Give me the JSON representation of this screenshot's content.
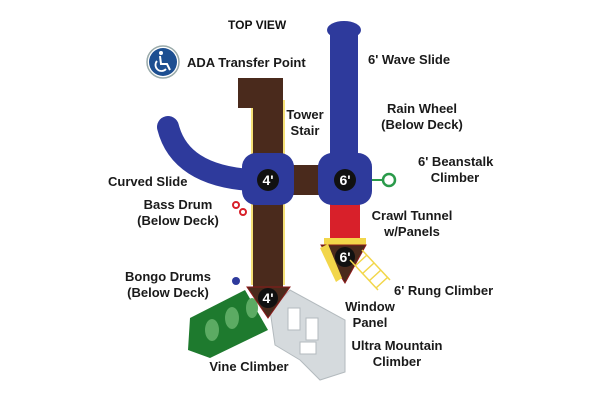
{
  "title": "TOP VIEW",
  "ada": {
    "icon": "wheelchair-icon",
    "label": "ADA Transfer  Point"
  },
  "decks": {
    "left": "4'",
    "right": "6'",
    "tunnel_end": "6'",
    "bottom": "4'"
  },
  "labels": {
    "wave_slide": "6' Wave Slide",
    "tower_stair": [
      "Tower",
      "Stair"
    ],
    "rain_wheel": [
      "Rain Wheel",
      "(Below Deck)"
    ],
    "beanstalk": [
      "6' Beanstalk",
      "Climber"
    ],
    "curved_slide": "Curved Slide",
    "bass_drum": [
      "Bass Drum",
      "(Below Deck)"
    ],
    "crawl_tunnel": [
      "Crawl Tunnel",
      "w/Panels"
    ],
    "rung_climber": "6' Rung Climber",
    "bongo_drums": [
      "Bongo Drums",
      "(Below Deck)"
    ],
    "window_panel": [
      "Window",
      "Panel"
    ],
    "ultra_mountain": [
      "Ultra Mountain",
      "Climber"
    ],
    "vine_climber": "Vine Climber"
  },
  "colors": {
    "slide_blue": "#2e3a9c",
    "stair_brown": "#4a2a1c",
    "tunnel_red": "#d8202a",
    "vine_green": "#1e7a2e",
    "climber_grey": "#d5dadd",
    "accent_yellow": "#f2d64a"
  }
}
